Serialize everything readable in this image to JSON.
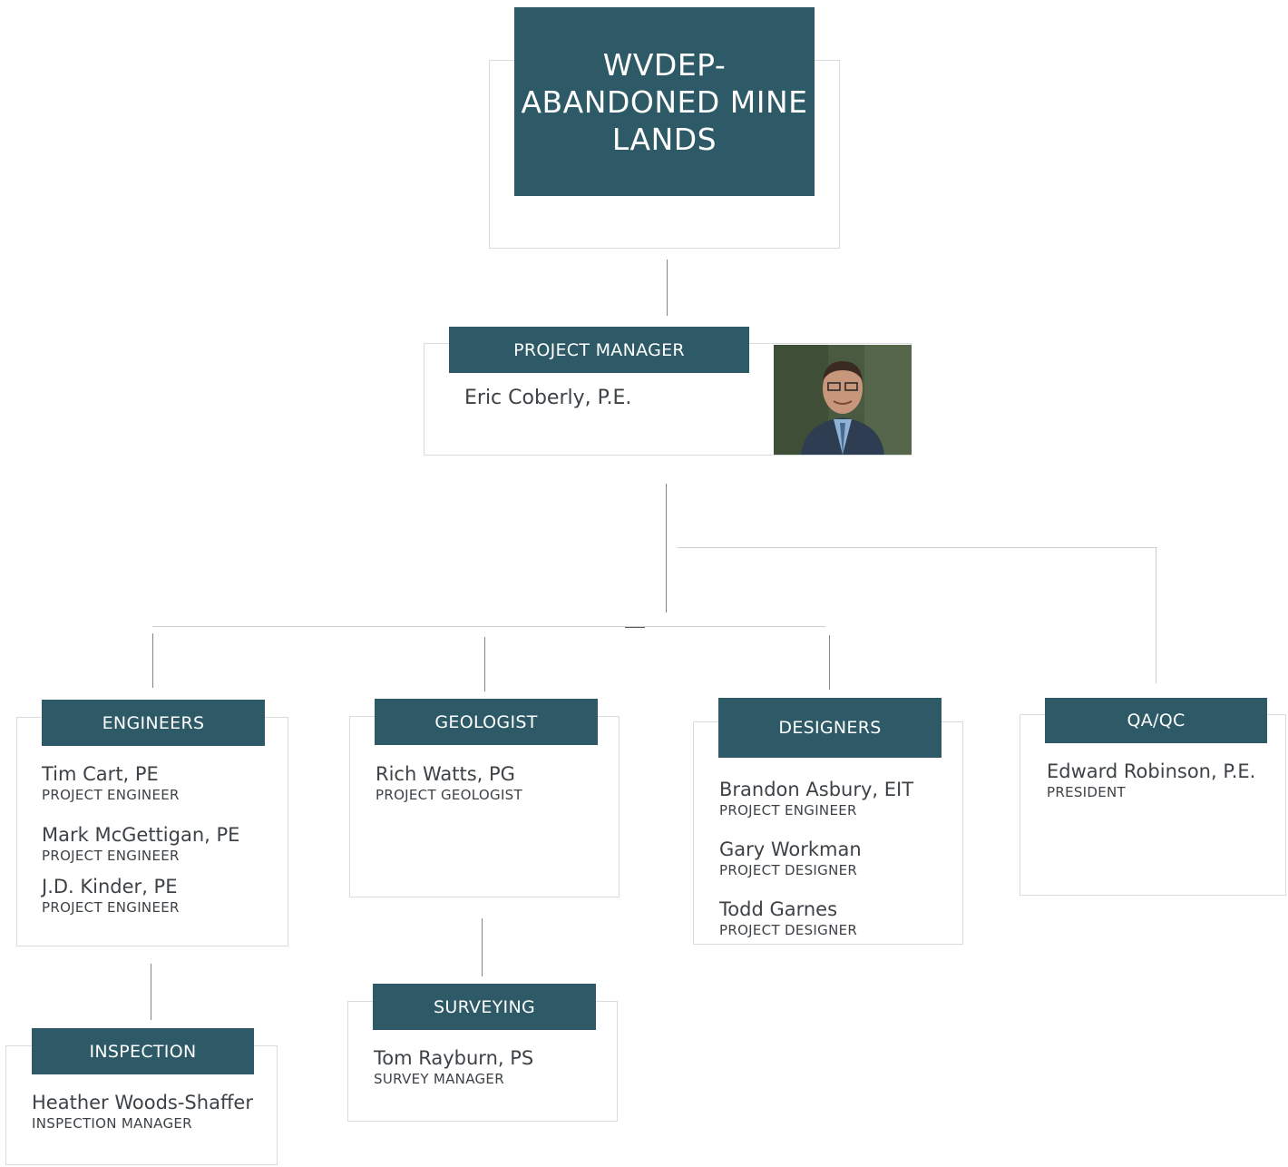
{
  "top": {
    "line1": "WVDEP-",
    "line2": "ABANDONED MINE",
    "line3": "LANDS"
  },
  "project_manager": {
    "title": "PROJECT MANAGER",
    "name": "Eric Coberly, P.E."
  },
  "engineers": {
    "title": "ENGINEERS",
    "members": [
      {
        "name": "Tim Cart, PE",
        "role": "PROJECT ENGINEER"
      },
      {
        "name": "Mark McGettigan, PE",
        "role": "PROJECT ENGINEER"
      },
      {
        "name": "J.D. Kinder, PE",
        "role": "PROJECT ENGINEER"
      }
    ]
  },
  "geologist": {
    "title": "GEOLOGIST",
    "members": [
      {
        "name": "Rich Watts, PG",
        "role": "PROJECT GEOLOGIST"
      }
    ]
  },
  "designers": {
    "title": "DESIGNERS",
    "members": [
      {
        "name": "Brandon Asbury, EIT",
        "role": "PROJECT ENGINEER"
      },
      {
        "name": "Gary Workman",
        "role": "PROJECT DESIGNER"
      },
      {
        "name": "Todd Garnes",
        "role": "PROJECT DESIGNER"
      }
    ]
  },
  "qaqc": {
    "title": "QA/QC",
    "members": [
      {
        "name": "Edward Robinson, P.E.",
        "role": "PRESIDENT"
      }
    ]
  },
  "inspection": {
    "title": "INSPECTION",
    "members": [
      {
        "name": "Heather Woods-Shaffer",
        "role": "INSPECTION MANAGER"
      }
    ]
  },
  "surveying": {
    "title": "SURVEYING",
    "members": [
      {
        "name": "Tom Rayburn, PS",
        "role": "SURVEY MANAGER"
      }
    ]
  }
}
